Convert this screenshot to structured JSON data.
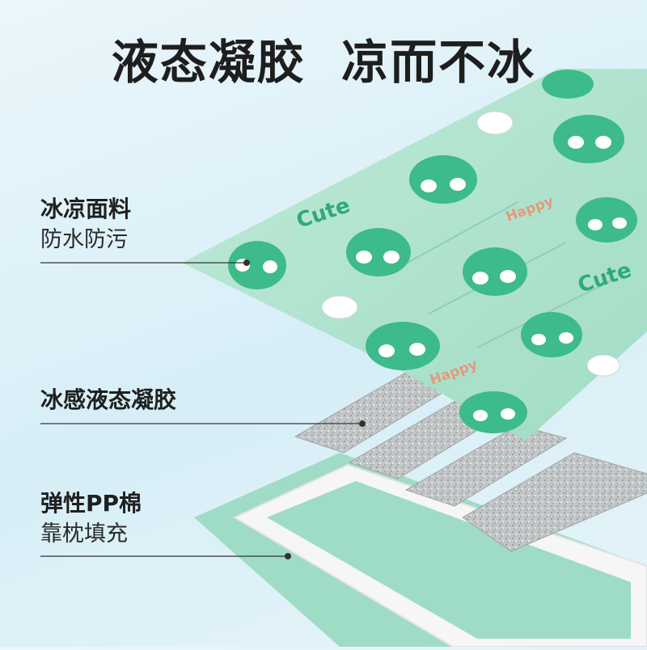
{
  "headline": "液态凝胶  凉而不冰",
  "layers": [
    {
      "title": "冰凉面料",
      "subtitle": "防水防污"
    },
    {
      "title": "冰感液态凝胶",
      "subtitle": ""
    },
    {
      "title": "弹性PP棉",
      "subtitle": "靠枕填充"
    }
  ],
  "print_text": {
    "cute": "Cute",
    "happy": "Happy"
  },
  "colors": {
    "background": "#dff0f7",
    "fabric": "#aee3cc",
    "dino": "#3dbb8a",
    "gel": "#bfc3c4",
    "foam": "#f4f4f4",
    "base": "#9fdcc5",
    "happy_text": "#e59a7c"
  }
}
